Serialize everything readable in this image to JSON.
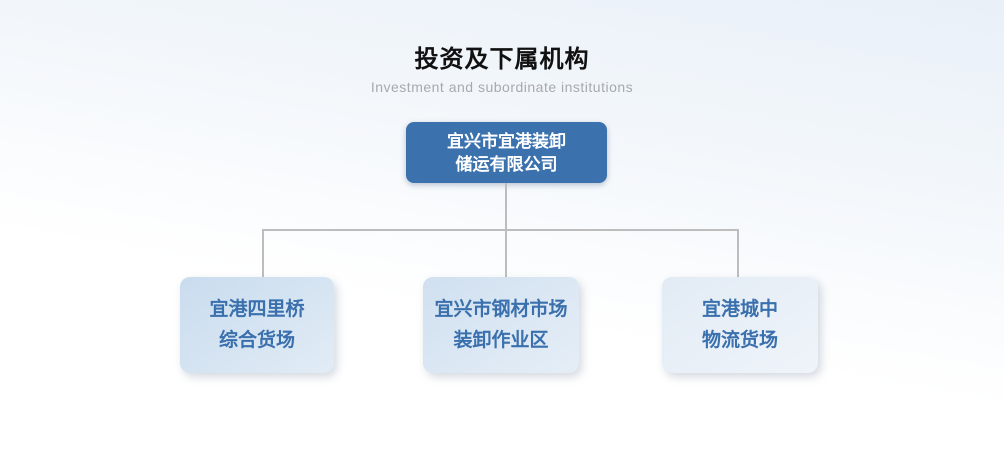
{
  "header": {
    "title": "投资及下属机构",
    "subtitle": "Investment and subordinate institutions"
  },
  "orgchart": {
    "root": {
      "name_line1": "宜兴市宜港装卸",
      "name_line2": "储运有限公司"
    },
    "children": [
      {
        "name_line1": "宜港四里桥",
        "name_line2": "综合货场"
      },
      {
        "name_line1": "宜兴市钢材市场",
        "name_line2": "装卸作业区"
      },
      {
        "name_line1": "宜港城中",
        "name_line2": "物流货场"
      }
    ]
  },
  "colors": {
    "root_box_bg": "#3b72ae",
    "root_box_text": "#ffffff",
    "child_text": "#3a70ad",
    "child_fill_1": "#c9dcee",
    "child_fill_2": "#d0e0f0",
    "child_fill_3": "#e2ebf5",
    "connector_line": "#bdbdbd",
    "title_text": "#111111",
    "subtitle_text": "#a7a9ac",
    "bg_top": "#e9f0f8",
    "bg_bottom": "#ffffff"
  }
}
